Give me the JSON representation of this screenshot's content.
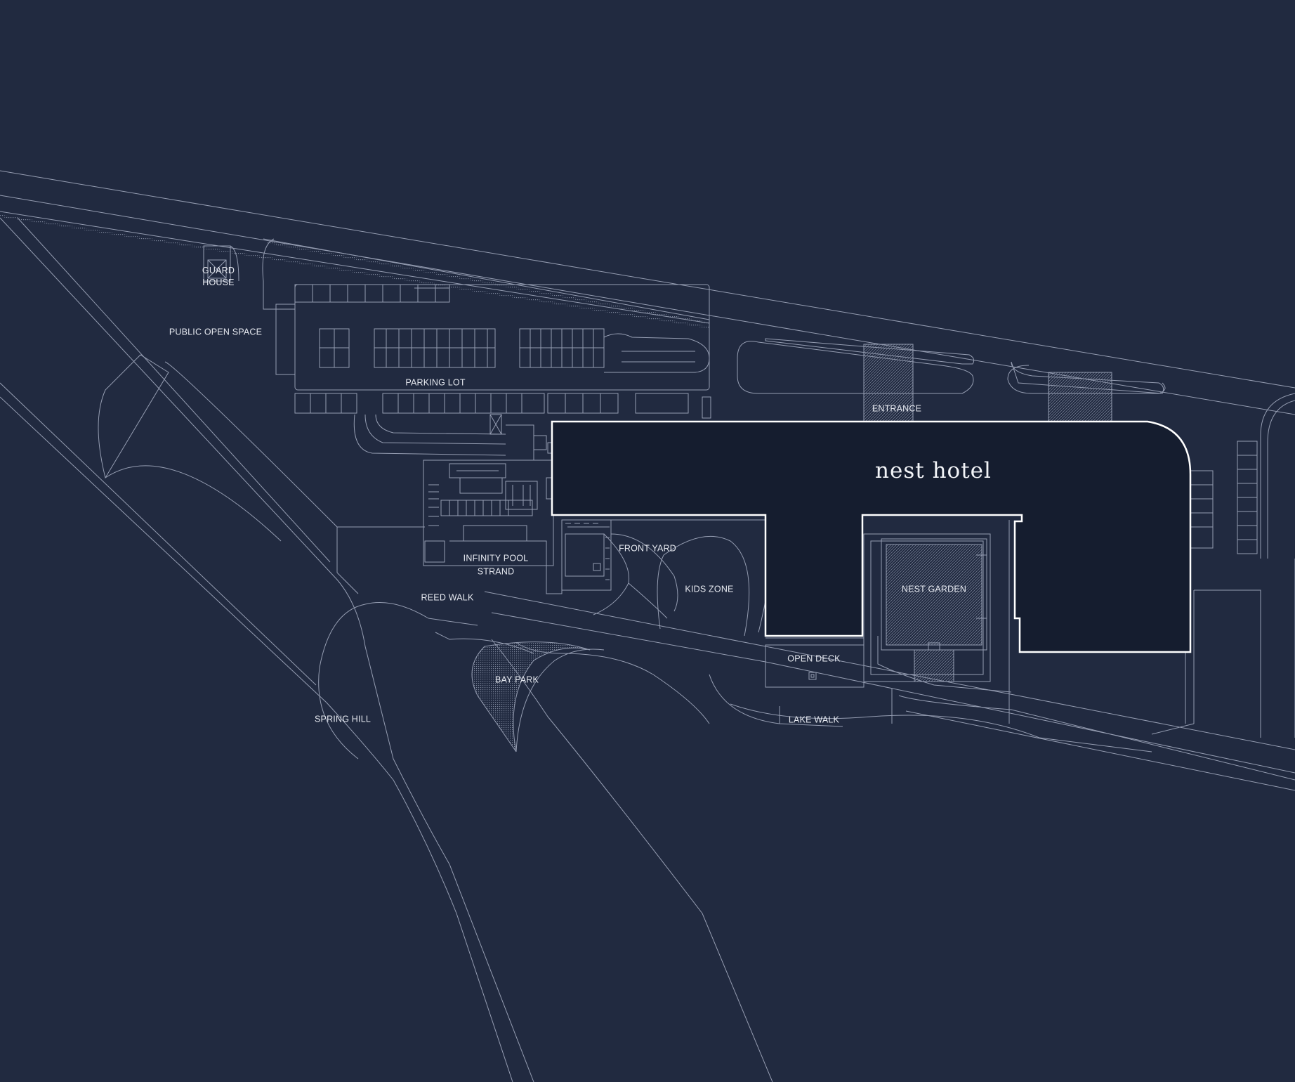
{
  "brand": {
    "name": "nest hotel"
  },
  "colors": {
    "background": "#212a40",
    "hotel_fill": "#151d2f",
    "linework": "#aab2c6",
    "outline": "#ffffff"
  },
  "labels": {
    "guard_house": "GUARD\nHOUSE",
    "public_open_space": "PUBLIC OPEN SPACE",
    "parking_lot": "PARKING LOT",
    "entrance": "ENTRANCE",
    "front_yard": "FRONT YARD",
    "infinity_pool": "INFINITY POOL",
    "strand": "STRAND",
    "kids_zone": "KIDS ZONE",
    "nest_garden": "NEST GARDEN",
    "reed_walk": "REED WALK",
    "open_deck": "OPEN DECK",
    "bay_park": "BAY PARK",
    "spring_hill": "SPRING HILL",
    "lake_walk": "LAKE WALK"
  }
}
